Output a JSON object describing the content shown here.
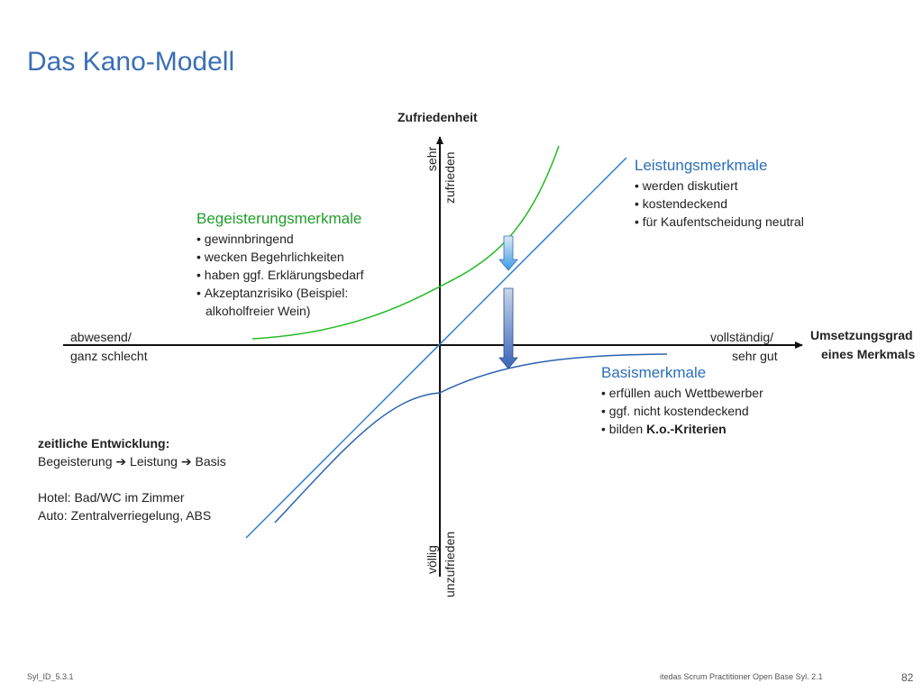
{
  "slide": {
    "title": "Das Kano-Modell",
    "page_number": "82",
    "footer_left": "Syl_ID_5.3.1",
    "footer_center": "itedas Scrum Practitioner Open Base Syl. 2.1"
  },
  "axes": {
    "y_title": "Zufriedenheit",
    "y_top_line1": "sehr",
    "y_top_line2": "zufrieden",
    "y_bottom_line1": "völlig",
    "y_bottom_line2": "unzufrieden",
    "x_left_line1": "abwesend/",
    "x_left_line2": "ganz schlecht",
    "x_right_line1": "vollständig/",
    "x_right_line2": "sehr gut",
    "x_title_line1": "Umsetzungsgrad",
    "x_title_line2": "eines Merkmals"
  },
  "categories": {
    "begeisterung": {
      "title": "Begeisterungsmerkmale",
      "color": "#22bb22",
      "bullets": [
        "gewinnbringend",
        "wecken Begehrlichkeiten",
        "haben ggf. Erklärungsbedarf",
        "Akzeptanzrisiko (Beispiel:"
      ],
      "bullet_continuation": "alkoholfreier Wein)"
    },
    "leistung": {
      "title": "Leistungsmerkmale",
      "color": "#2a7bd0",
      "bullets": [
        "werden diskutiert",
        "kostendeckend",
        "für Kaufentscheidung neutral"
      ]
    },
    "basis": {
      "title": "Basismerkmale",
      "color": "#2a6fb8",
      "bullets": [
        "erfüllen auch Wettbewerber",
        "ggf. nicht kostendeckend",
        "bilden K.o.-Kriterien"
      ],
      "bullet3_prefix": "bilden ",
      "bullet3_bold": "K.o.-Kriterien"
    }
  },
  "timeline": {
    "heading": "zeitliche Entwicklung:",
    "steps": [
      "Begeisterung",
      "Leistung",
      "Basis"
    ],
    "arrow_symbol": "➔",
    "example1": "Hotel: Bad/WC im Zimmer",
    "example2": "Auto: Zentralverriegelung, ABS"
  },
  "colors": {
    "title": "#3a6fb5",
    "axis": "#111111",
    "green_curve": "#22bb22",
    "blue_line": "#2a7bd0",
    "basis_curve": "#2a62b0"
  }
}
